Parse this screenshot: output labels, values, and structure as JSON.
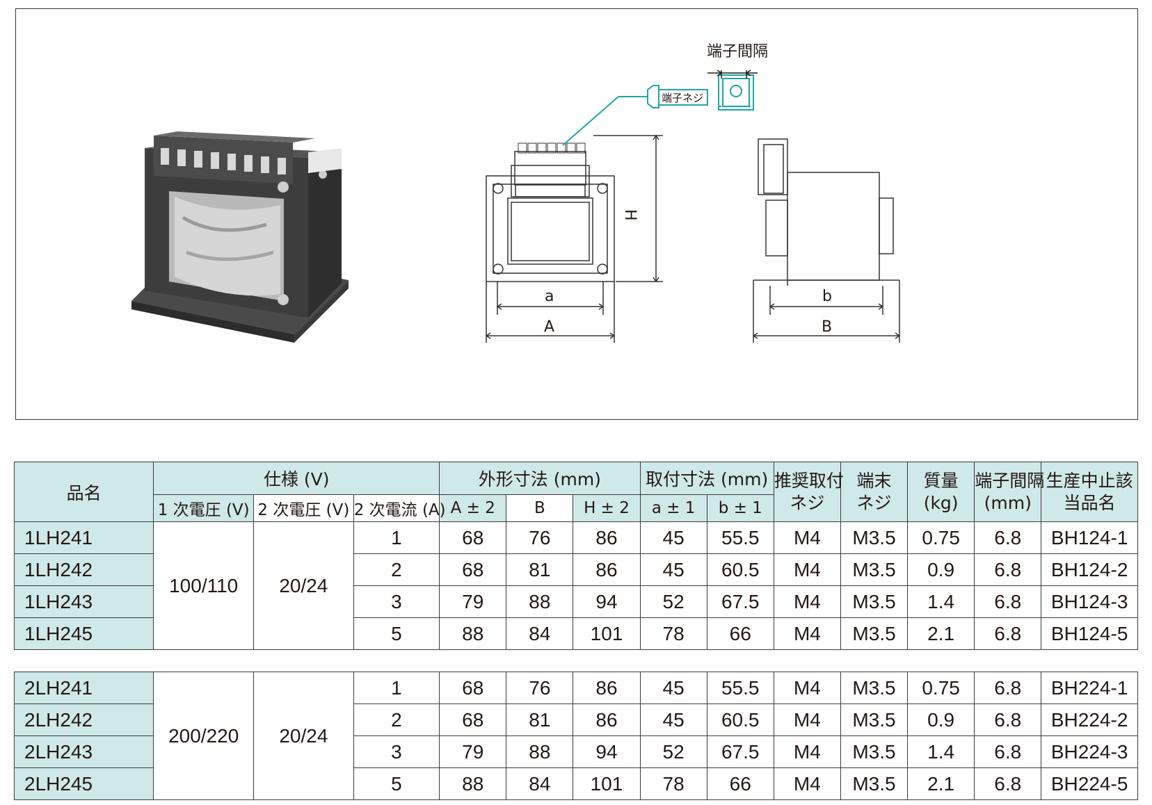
{
  "drawing": {
    "terminal_spacing_label": "端子間隔",
    "terminal_screw_label": "端子ネジ",
    "dim_H": "H",
    "dim_a": "a",
    "dim_A": "A",
    "dim_b": "b",
    "dim_B": "B"
  },
  "table": {
    "headers": {
      "model": "品名",
      "spec": "仕様 (V)",
      "outer_dims": "外形寸法 (mm)",
      "mount_dims": "取付寸法 (mm)",
      "rec_screw_1": "推奨取付",
      "rec_screw_2": "ネジ",
      "term_screw_1": "端末",
      "term_screw_2": "ネジ",
      "mass_1": "質量",
      "mass_2": "(kg)",
      "spacing_1": "端子間隔",
      "spacing_2": "(mm)",
      "disc_1": "生産中止該",
      "disc_2": "当品名",
      "primary_v": "1 次電圧 (V)",
      "secondary_v": "2 次電圧 (V)",
      "secondary_a": "2 次電流 (A)",
      "A": "A ± 2",
      "B": "B",
      "H": "H ± 2",
      "a": "a ± 1",
      "b": "b ± 1"
    },
    "group1": {
      "primary": "100/110",
      "secondary": "20/24",
      "rows": [
        {
          "model": "1LH241",
          "current": "1",
          "A": "68",
          "B": "76",
          "H": "86",
          "a": "45",
          "b": "55.5",
          "rec": "M4",
          "term": "M3.5",
          "mass": "0.75",
          "spacing": "6.8",
          "disc": "BH124-1"
        },
        {
          "model": "1LH242",
          "current": "2",
          "A": "68",
          "B": "81",
          "H": "86",
          "a": "45",
          "b": "60.5",
          "rec": "M4",
          "term": "M3.5",
          "mass": "0.9",
          "spacing": "6.8",
          "disc": "BH124-2"
        },
        {
          "model": "1LH243",
          "current": "3",
          "A": "79",
          "B": "88",
          "H": "94",
          "a": "52",
          "b": "67.5",
          "rec": "M4",
          "term": "M3.5",
          "mass": "1.4",
          "spacing": "6.8",
          "disc": "BH124-3"
        },
        {
          "model": "1LH245",
          "current": "5",
          "A": "88",
          "B": "84",
          "H": "101",
          "a": "78",
          "b": "66",
          "rec": "M4",
          "term": "M3.5",
          "mass": "2.1",
          "spacing": "6.8",
          "disc": "BH124-5"
        }
      ]
    },
    "group2": {
      "primary": "200/220",
      "secondary": "20/24",
      "rows": [
        {
          "model": "2LH241",
          "current": "1",
          "A": "68",
          "B": "76",
          "H": "86",
          "a": "45",
          "b": "55.5",
          "rec": "M4",
          "term": "M3.5",
          "mass": "0.75",
          "spacing": "6.8",
          "disc": "BH224-1"
        },
        {
          "model": "2LH242",
          "current": "2",
          "A": "68",
          "B": "81",
          "H": "86",
          "a": "45",
          "b": "60.5",
          "rec": "M4",
          "term": "M3.5",
          "mass": "0.9",
          "spacing": "6.8",
          "disc": "BH224-2"
        },
        {
          "model": "2LH243",
          "current": "3",
          "A": "79",
          "B": "88",
          "H": "94",
          "a": "52",
          "b": "67.5",
          "rec": "M4",
          "term": "M3.5",
          "mass": "1.4",
          "spacing": "6.8",
          "disc": "BH224-3"
        },
        {
          "model": "2LH245",
          "current": "5",
          "A": "88",
          "B": "84",
          "H": "101",
          "a": "78",
          "b": "66",
          "rec": "M4",
          "term": "M3.5",
          "mass": "2.1",
          "spacing": "6.8",
          "disc": "BH224-5"
        }
      ]
    }
  },
  "colors": {
    "header_teal": "#cfe9e8",
    "detail_teal": "#1aa7a2"
  }
}
